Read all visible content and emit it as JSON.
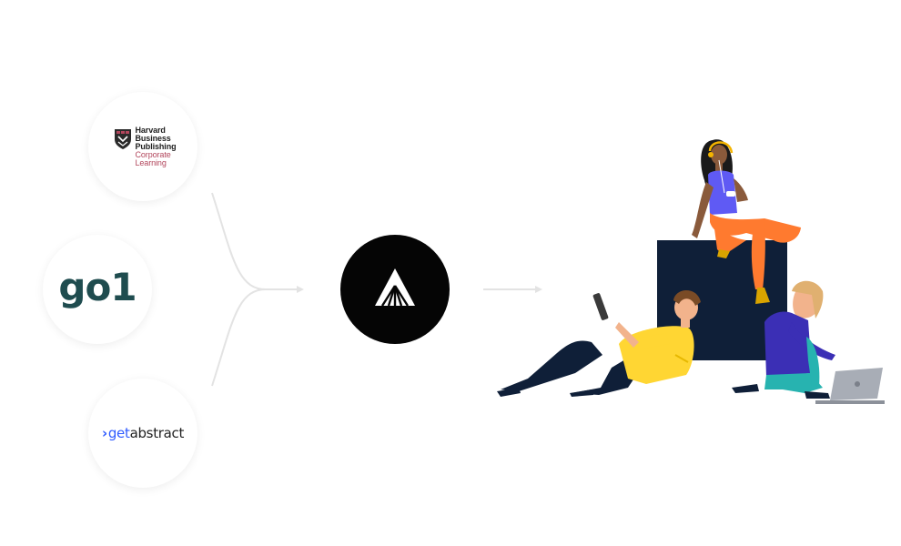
{
  "diagram": {
    "partners": [
      {
        "id": "harvard",
        "lines": [
          "Harvard",
          "Business",
          "Publishing"
        ],
        "sub_lines": [
          "Corporate",
          "Learning"
        ]
      },
      {
        "id": "go1",
        "text": "go1"
      },
      {
        "id": "getabstract",
        "prefix": "›",
        "get": "get",
        "abstract": "abstract"
      }
    ],
    "hub": {
      "icon": "pyramid-logo-icon"
    },
    "destination": {
      "icon": "learners-illustration"
    },
    "colors": {
      "connector": "#e3e3e3",
      "hub": "#050505",
      "go1": "#1f4c4f",
      "getabstract_blue": "#2f5bff",
      "harvard_red": "#b2465c",
      "navy": "#0f1f38",
      "orange": "#ff7a2f",
      "purple": "#5f5af4",
      "yellow": "#ffd633",
      "teal": "#27b3b0"
    }
  }
}
